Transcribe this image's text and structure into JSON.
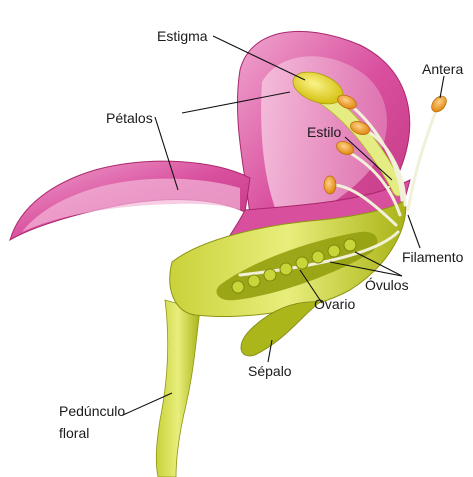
{
  "labels": {
    "estigma": "Estigma",
    "antera": "Antera",
    "petalos": "Pétalos",
    "estilo": "Estilo",
    "filamento": "Filamento",
    "ovulos": "Óvulos",
    "ovario": "Ovario",
    "sepalo": "Sépalo",
    "peduncolo_line1": "Pedúnculo",
    "peduncolo_line2": "floral"
  },
  "colors": {
    "petal_outer": "#d63a9a",
    "petal_light": "#f1a4cf",
    "petal_inner": "#e67bb8",
    "stem": "#b8c21e",
    "stem_light": "#e3eb7a",
    "anther": "#e89a20",
    "filament": "#efefd6",
    "ovule": "#c8d63a"
  }
}
